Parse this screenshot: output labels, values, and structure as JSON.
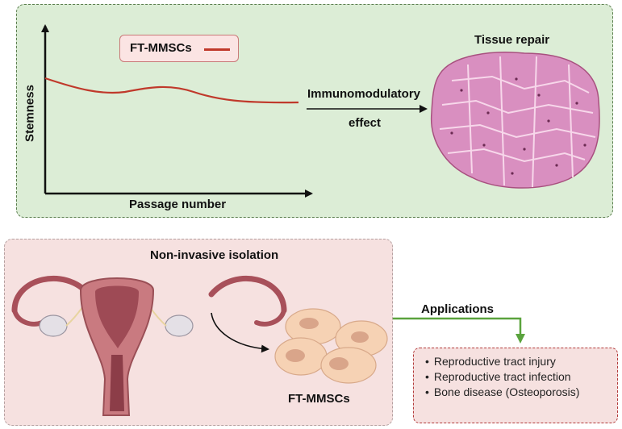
{
  "top": {
    "legend": "FT-MMSCs",
    "y_axis_label": "Stemness",
    "x_axis_label": "Passage number",
    "arrow_label_line1": "Immunomodulatory",
    "arrow_label_line2": "effect",
    "tissue_label": "Tissue repair",
    "colors": {
      "panel": "#dcedd6",
      "curve": "#c0392b",
      "tissue": "#d98fc0"
    }
  },
  "bottom": {
    "title": "Non-invasive isolation",
    "cells_label": "FT-MMSCs",
    "applications_label": "Applications",
    "applications": [
      "Reproductive tract injury",
      "Reproductive tract infection",
      "Bone disease (Osteoporosis)"
    ],
    "colors": {
      "panel": "#f6e1e0",
      "uterus": "#c97a80",
      "cells": "#f4c9a8",
      "arrow": "#5aa33d"
    }
  }
}
